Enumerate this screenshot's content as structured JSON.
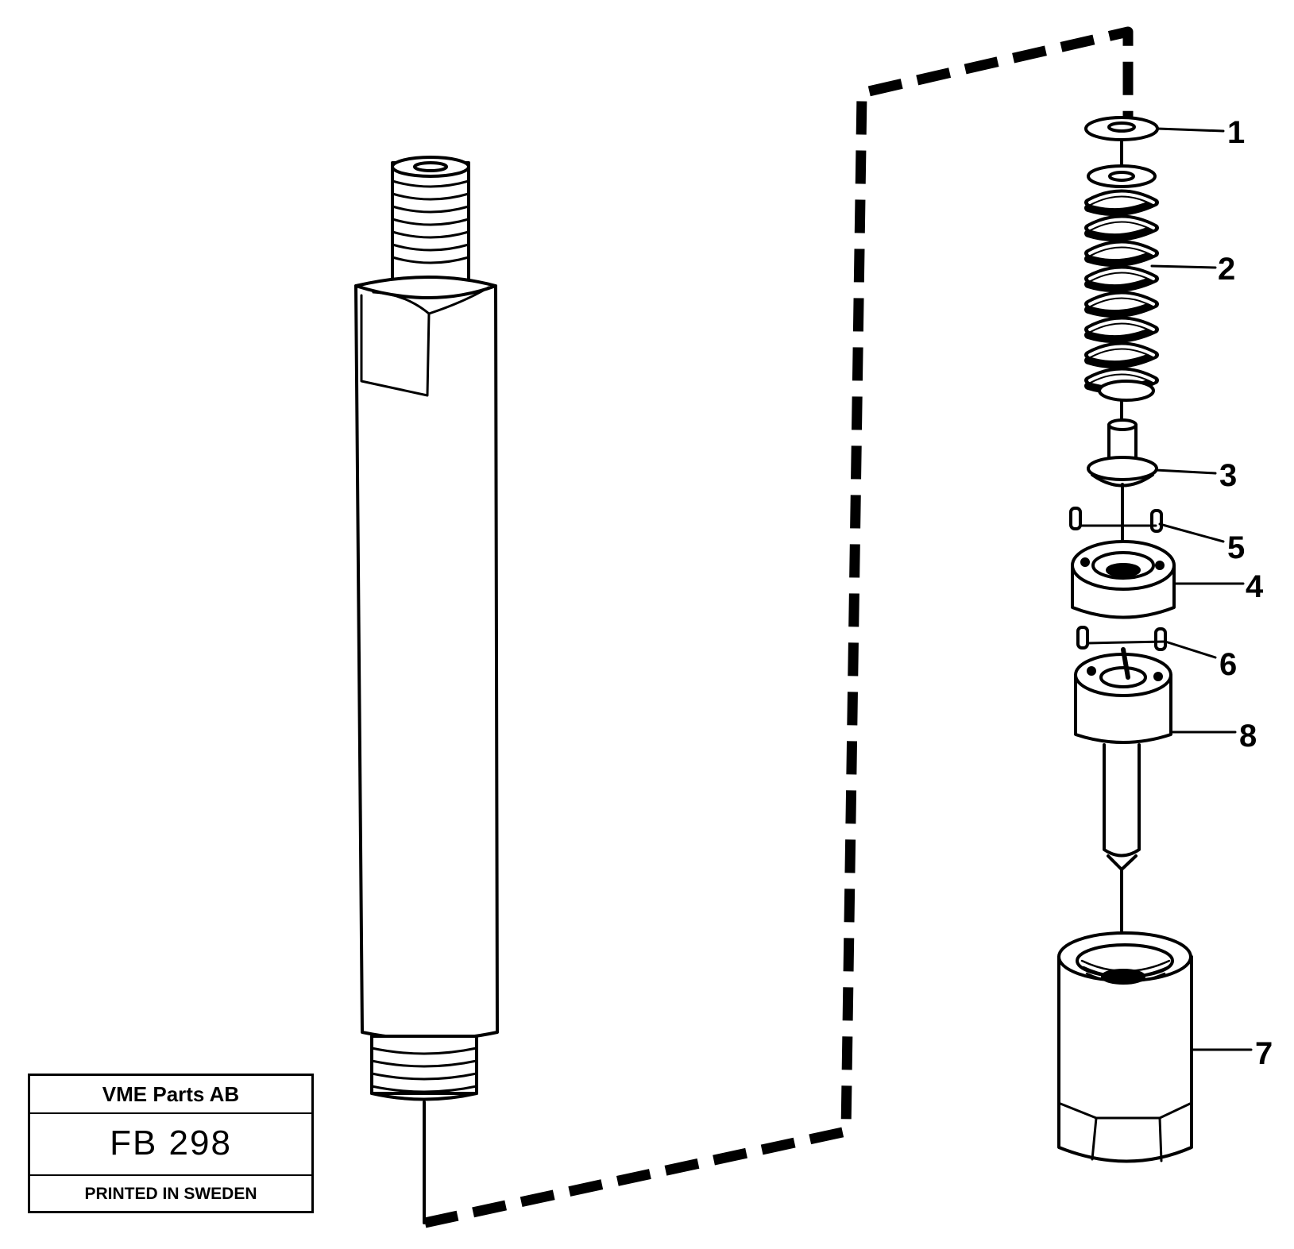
{
  "stamp": {
    "company": "VME Parts AB",
    "code": "FB 298",
    "printed": "PRINTED IN SWEDEN"
  },
  "callouts": [
    "1",
    "2",
    "3",
    "4",
    "5",
    "6",
    "7",
    "8"
  ]
}
